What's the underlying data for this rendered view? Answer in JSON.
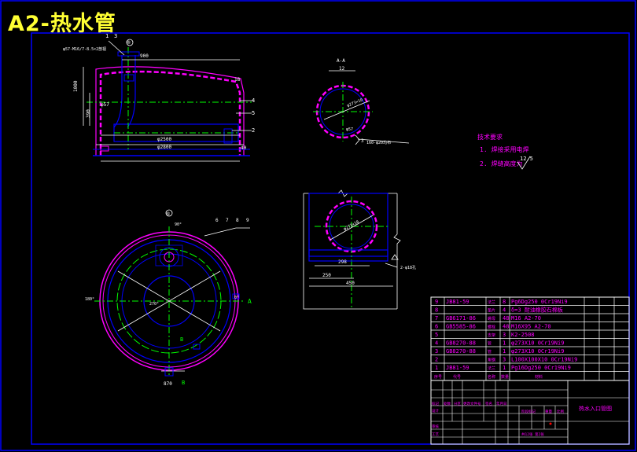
{
  "sheet_title": "A2-热水管",
  "views": {
    "front": {
      "callouts_top": [
        "1",
        "3"
      ],
      "callout_circle": "⑥",
      "top_note": "φ57-M16/7-8.5×2剖视",
      "dim_top": "900",
      "dim_left_a": "1000",
      "dim_left_b": "390",
      "dim_label_pipe": "φ57",
      "dim_bottom_1": "φ2500",
      "dim_bottom_2": "φ2800",
      "dim_right": "40",
      "part_label_r": "18",
      "part_labels_right": [
        "4",
        "5",
        "2"
      ]
    },
    "section_aa": {
      "label": "A-A",
      "dim_top": "12",
      "dim_diag": "φ273×10",
      "dim_small": "φ57",
      "dim_note": "160-φ20均布",
      "part_num": "3"
    },
    "notes": {
      "heading": "技术要求",
      "items": [
        "1. 焊接采用电焊",
        "2. 焊缝高度为"
      ],
      "roughness": "12.5"
    },
    "plan": {
      "callout_circle": "⑥",
      "callouts_top": [
        "6",
        "7",
        "8",
        "9"
      ],
      "angles": [
        "90°",
        "180°",
        "270°",
        "0°"
      ],
      "labels": [
        "A",
        "B",
        "B"
      ],
      "dim_bottom": "870"
    },
    "detail": {
      "dim_diag": "φ273×10",
      "dim_1": "298",
      "dim_2": "250",
      "dim_3": "450",
      "right_note": "2-φ18孔"
    }
  },
  "bom": {
    "rows": [
      {
        "no": "9",
        "code": "JB81-59",
        "name": "法兰",
        "qty": "8",
        "spec": "Pg6Dg250 0Cr19Ni9"
      },
      {
        "no": "8",
        "code": "",
        "name": "垫片",
        "qty": "4",
        "spec": "δ=3 耐油橡胶石棉板"
      },
      {
        "no": "7",
        "code": "GB6171-86",
        "name": "螺母",
        "qty": "48",
        "spec": "M16 A2-70"
      },
      {
        "no": "6",
        "code": "GB5585-86",
        "name": "螺栓",
        "qty": "48",
        "spec": "M16X95 A2-70"
      },
      {
        "no": "5",
        "code": "",
        "name": "支架",
        "qty": "3",
        "spec": "K2-2508"
      },
      {
        "no": "4",
        "code": "GB8270-88",
        "name": "管",
        "qty": "1",
        "spec": "φ273X10 0Cr19Ni9"
      },
      {
        "no": "3",
        "code": "GB8270-88",
        "name": "管",
        "qty": "1",
        "spec": "φ273X10 0Cr19Ni9"
      },
      {
        "no": "2",
        "code": "",
        "name": "角钢",
        "qty": "3",
        "spec": "L100X100X10 0Cr19Ni9"
      },
      {
        "no": "1",
        "code": "JB81-59",
        "name": "法兰",
        "qty": "1",
        "spec": "Pg16Dg250 0Cr19Ni9"
      }
    ],
    "header": {
      "no": "序号",
      "code": "代号",
      "name": "名称",
      "qty": "数量",
      "spec": "材料"
    }
  },
  "title_block": {
    "drawing_name": "热水入口管图",
    "labels": [
      "标记",
      "处数",
      "分区",
      "更改文件号",
      "签名",
      "年月日",
      "设计",
      "审核",
      "工艺"
    ],
    "stage": "阶段标记",
    "weight": "重量",
    "scale": "比例",
    "sheets": "共12张 第2张"
  },
  "colors": {
    "border": "#0000ff",
    "object": "#ff00ff",
    "centerline": "#00ff00",
    "dimension": "#ffffff",
    "text_yellow": "#ffff33",
    "text_magenta": "#ff00ff"
  }
}
